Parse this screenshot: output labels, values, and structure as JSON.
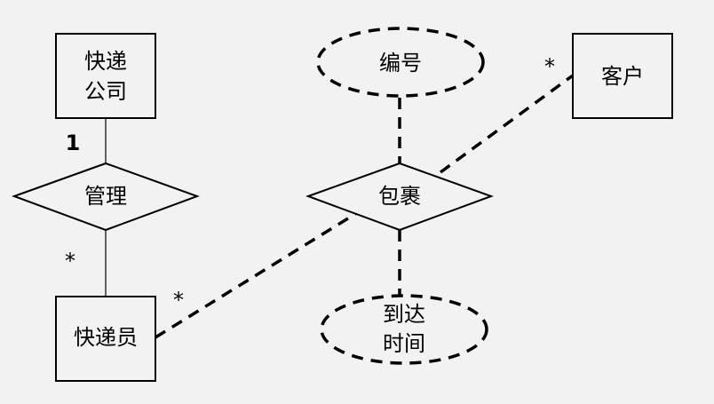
{
  "entities": {
    "company": [
      "快递",
      "公司"
    ],
    "courier": "快递员",
    "customer": "客户"
  },
  "relationships": {
    "manage": "管理",
    "package": "包裹"
  },
  "attributes": {
    "number": "编号",
    "arrival_time": [
      "到达",
      "时间"
    ]
  },
  "cardinalities": {
    "company_manage": "1",
    "manage_courier": "*",
    "courier_package": "*",
    "customer_package": "*"
  }
}
